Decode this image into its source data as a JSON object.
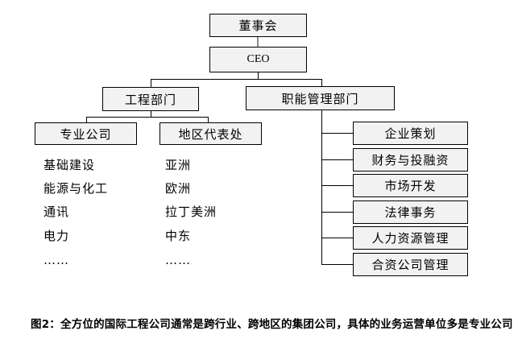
{
  "diagram": {
    "nodes": {
      "board": {
        "label": "董事会"
      },
      "ceo": {
        "label": "CEO"
      },
      "engineering": {
        "label": "工程部门"
      },
      "functional": {
        "label": "职能管理部门"
      },
      "specialized": {
        "label": "专业公司"
      },
      "regional": {
        "label": "地区代表处"
      }
    },
    "industry_list": [
      "基础建设",
      "能源与化工",
      "通讯",
      "电力",
      "……"
    ],
    "region_list": [
      "亚洲",
      "欧洲",
      "拉丁美洲",
      "中东",
      "……"
    ],
    "function_boxes": [
      "企业策划",
      "财务与投融资",
      "市场开发",
      "法律事务",
      "人力资源管理",
      "合资公司管理"
    ],
    "caption": "图2：全方位的国际工程公司通常是跨行业、跨地区的集团公司，具体的业务运营单位多是专业公司"
  },
  "colors": {
    "background": "#ffffff",
    "box_fill": "#f2f2f2",
    "box_border": "#000000",
    "connector": "#000000",
    "board_ceo_connector": "#8c8c8c"
  }
}
